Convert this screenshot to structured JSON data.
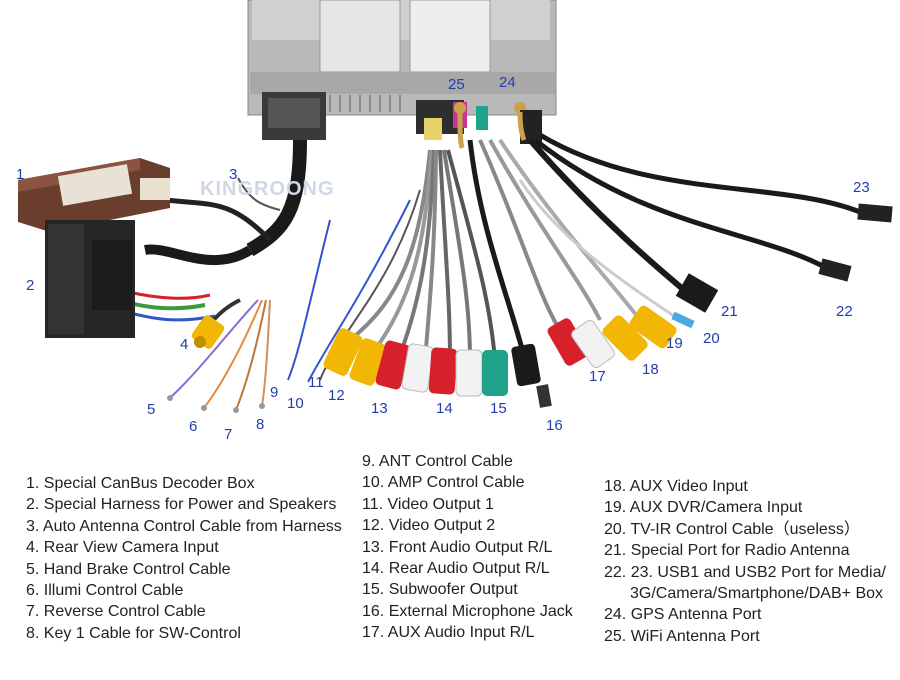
{
  "watermark": "KINGROONG",
  "callouts": [
    "1",
    "2",
    "3",
    "4",
    "5",
    "6",
    "7",
    "8",
    "9",
    "10",
    "11",
    "12",
    "13",
    "14",
    "15",
    "16",
    "17",
    "18",
    "19",
    "20",
    "21",
    "22",
    "23",
    "24",
    "25"
  ],
  "legend_col1": [
    "1. Special CanBus Decoder Box",
    "2. Special Harness for Power and Speakers",
    "3. Auto Antenna Control Cable from Harness",
    "4. Rear View Camera Input",
    "5. Hand Brake Control Cable",
    "6. Illumi Control Cable",
    "7. Reverse Control Cable",
    "8. Key 1 Cable for SW-Control"
  ],
  "legend_col2": [
    "9. ANT Control Cable",
    "10. AMP Control Cable",
    "11. Video Output 1",
    "12. Video Output 2",
    "13. Front Audio Output R/L",
    "14. Rear Audio Output R/L",
    "15. Subwoofer Output",
    "16. External Microphone Jack",
    "17. AUX Audio Input R/L"
  ],
  "legend_col3": [
    "18. AUX Video Input",
    "19. AUX DVR/Camera Input",
    "20. TV-IR Control Cable（useless）",
    "21. Special Port for Radio Antenna",
    "22. 23. USB1 and USB2 Port for Media/",
    "3G/Camera/Smartphone/DAB+ Box",
    "24. GPS Antenna Port",
    "25. WiFi Antenna Port"
  ],
  "colors": {
    "callout": "#1f3fae",
    "rca_yellow": "#f2b705",
    "rca_red": "#d8202a",
    "rca_white": "#f2f2f2",
    "rca_teal": "#1fa38a",
    "rca_pink": "#cc3399",
    "wire_black": "#1a1a1a"
  },
  "icons": [
    "head-unit",
    "canbus-decoder-box",
    "harness-connector",
    "rca-connector",
    "antenna-connector",
    "usb-cable",
    "microphone-jack"
  ]
}
